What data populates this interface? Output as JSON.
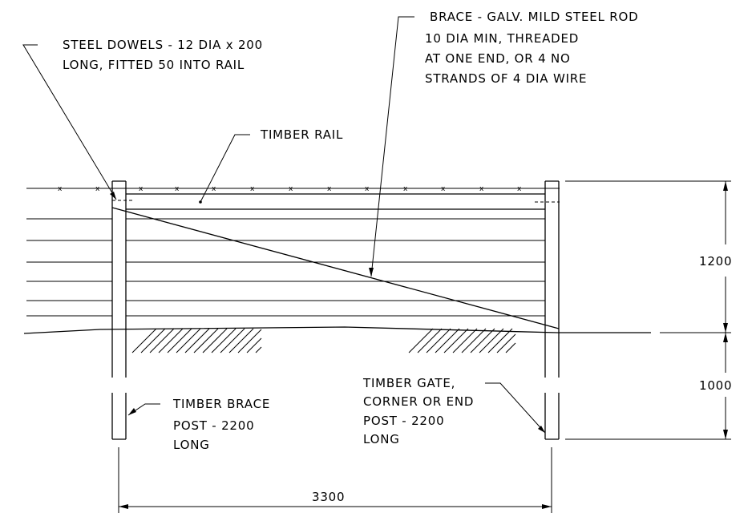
{
  "annotations": {
    "steel_dowels": [
      "STEEL DOWELS - 12 DIA x 200",
      "LONG, FITTED 50 INTO RAIL"
    ],
    "brace_rod": [
      "BRACE - GALV. MILD STEEL ROD",
      "10 DIA  MIN, THREADED",
      "AT ONE END, OR 4 NO",
      "STRANDS OF 4 DIA WIRE"
    ],
    "timber_rail": [
      "TIMBER RAIL"
    ],
    "timber_brace_post": [
      "TIMBER BRACE",
      "POST - 2200",
      "LONG"
    ],
    "timber_gate_post": [
      "TIMBER GATE,",
      "CORNER OR END",
      "POST - 2200",
      "LONG"
    ]
  },
  "dimensions": {
    "above_ground": "1200",
    "below_ground": "1000",
    "post_spacing": "3300"
  },
  "colors": {
    "line": "#000000",
    "background": "#ffffff"
  }
}
